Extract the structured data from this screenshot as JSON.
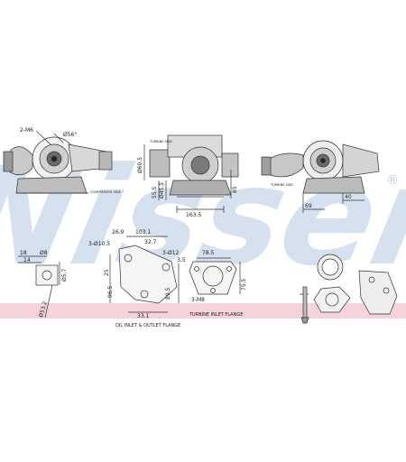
{
  "brand": {
    "watermark": "Nissens",
    "registered_mark": "®",
    "watermark_color": "#cfdcee",
    "band_color": "#f6d2da"
  },
  "top_views": {
    "left": {
      "thread": "2-M6",
      "angle": "Ø56°",
      "note": "COMPRESSOR SIDE"
    },
    "center": {
      "height": "Ø60.5",
      "depth_a": "55.5",
      "depth_b": "Ø45.5",
      "side": "85",
      "width": "163.5",
      "note": "TURBINE SIDE"
    },
    "right": {
      "offset_a": "69",
      "offset_b": "40",
      "note": "TURBINE SIDE"
    }
  },
  "left_flange": {
    "a": "18",
    "b": "14",
    "c": "Ø8",
    "d": "Ø5.7",
    "e": "Ø53.2"
  },
  "oil_flange": {
    "d1": "26.9",
    "d2": "103.1",
    "holes": "3-Ø10.5",
    "d3": "32.7",
    "d4": "25",
    "d5": "96.5",
    "d6": "89.5",
    "d7": "33.1",
    "caption": "OIL INLET & OUTLET FLANGE"
  },
  "turbine_flange": {
    "holes": "3-Ø12",
    "depth": "3.5",
    "width": "78.5",
    "height": "75.5",
    "thread": "3-M8",
    "caption": "TURBINE INLET FLANGE"
  }
}
